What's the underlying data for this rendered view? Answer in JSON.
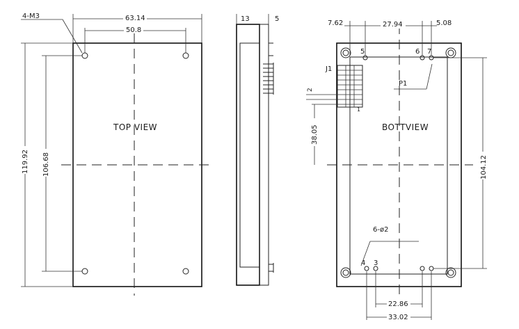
{
  "top_view": {
    "title": "TOP VIEW",
    "mount_hole_label": "4-M3",
    "overall_width": "63.14",
    "hole_spacing_x": "50.8",
    "overall_height": "119.92",
    "hole_spacing_y": "106.68"
  },
  "side_view": {
    "body_thickness": "13",
    "pin_length": "5"
  },
  "bottom_view": {
    "title": "BOTTVIEW",
    "connector_label": "J1",
    "pin_dim_left": "7.62",
    "pin_dim_center": "27.94",
    "pin_dim_right": "5.08",
    "pin_label_5": "5",
    "pin_label_6": "6",
    "pin_label_7": "7",
    "pin_label_4": "4",
    "pin_label_3": "3",
    "pin_label_2": "2",
    "connector_pin_1": "1",
    "pin_1_marker": "P1",
    "offset_height": "38.05",
    "pin_span_height": "104.12",
    "pin_hole_label": "6-ø2",
    "bottom_pin_spacing_inner": "22.86",
    "bottom_pin_spacing_outer": "33.02"
  }
}
